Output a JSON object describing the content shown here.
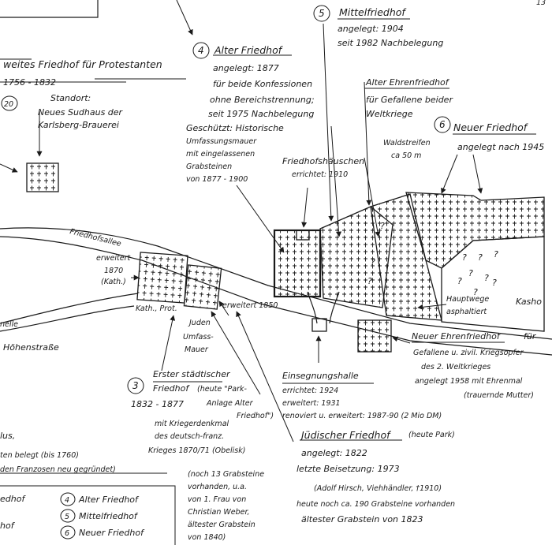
{
  "page_marker": "13",
  "labels": {
    "ev_title": "weites Friedhof für Protestanten",
    "ev_years": "1756 - 1832",
    "ev_num": "20",
    "standort_title": "Standort:",
    "standort_1": "Neues Sudhaus der",
    "standort_2": "Karlsberg-Brauerei",
    "alter_title": "Alter Friedhof",
    "alter_num": "4",
    "alter_1": "angelegt: 1877",
    "alter_2": "für beide Konfessionen",
    "alter_3": "ohne Bereichstrennung;",
    "alter_4": "seit 1975 Nachbelegung",
    "gesch_1": "Geschützt: Historische",
    "gesch_2": "Umfassungsmauer",
    "gesch_3": "mit eingelassenen",
    "gesch_4": "Grabsteinen",
    "gesch_5": "von 1877 - 1900",
    "mittel_title": "Mittelfriedhof",
    "mittel_num": "5",
    "mittel_1": "angelegt: 1904",
    "mittel_2": "seit 1982 Nachbelegung",
    "ehren_title": "Alter Ehrenfriedhof",
    "ehren_1": "für Gefallene beider",
    "ehren_2": "Weltkriege",
    "neu_title": "Neuer Friedhof",
    "neu_num": "6",
    "neu_1": "angelegt nach 1945",
    "wald_1": "Waldstreifen",
    "wald_2": "ca 50 m",
    "haus_title": "Friedhofshäuschen",
    "haus_1": "errichtet: 1910",
    "allee": "Friedhofsallee",
    "erw1870_1": "erweitert",
    "erw1870_2": "1870",
    "erw1870_3": "(Kath.)",
    "kath": "Kath., Prot.",
    "juden": "Juden",
    "mauer_1": "Umfass-",
    "mauer_2": "Mauer",
    "erw1850": "erweitert 1850",
    "hoehen": "Höhenstraße",
    "nelle": "nelle",
    "haupt_1": "Hauptwege",
    "haupt_2": "asphaltiert",
    "neuehren_title": "Neuer Ehrenfriedhof",
    "neuehren_fuer": "für",
    "neuehren_1": "Gefallene u. zivil. Kriegsopfer",
    "neuehren_2": "des 2. Weltkrieges",
    "neuehren_3": "angelegt 1958 mit Ehrenmal",
    "neuehren_4": "(trauernde Mutter)",
    "kasho": "Kasho",
    "einseg_title": "Einsegnungshalle",
    "einseg_1": "errichtet: 1924",
    "einseg_2": "erweitert: 1931",
    "einseg_3": "renoviert u. erweitert: 1987-90 (2 Mio DM)",
    "erst_title": "Erster städtischer",
    "erst_title2": "Friedhof",
    "erst_num": "3",
    "erst_paren": "(heute \"Park-",
    "erst_paren2": "Anlage Alter",
    "erst_paren3": "Friedhof\")",
    "erst_years": "1832 - 1877",
    "erst_1": "mit Kriegerdenkmal",
    "erst_2": "des deutsch-franz.",
    "erst_3": "Krieges 1870/71 (Obelisk)",
    "erst_n1": "(noch 13 Grabsteine",
    "erst_n2": "vorhanden, u.a.",
    "erst_n3": "von 1. Frau von",
    "erst_n4": "Christian Weber,",
    "erst_n5": "ältester Grabstein",
    "erst_n6": "von 1840)",
    "jued_title": "Jüdischer Friedhof",
    "jued_paren": "(heute Park)",
    "jued_1": "angelegt: 1822",
    "jued_2": "letzte Beisetzung: 1973",
    "jued_3": "(Adolf Hirsch, Viehhändler, †1910)",
    "jued_4": "heute noch ca. 190 Grabsteine vorhanden",
    "jued_5": "ältester Grabstein von 1823",
    "left_1": "lus,",
    "left_2": "ten belegt (bis 1760)",
    "left_3": "den Franzosen neu gegründet)",
    "legend_1": "edhof",
    "legend_2": "hof",
    "legend_4": "Alter Friedhof",
    "legend_5": "Mittelfriedhof",
    "legend_6": "Neuer Friedhof",
    "legend_n4": "4",
    "legend_n5": "5",
    "legend_n6": "6"
  },
  "colors": {
    "ink": "#1a1a1a",
    "paper": "#ffffff"
  }
}
